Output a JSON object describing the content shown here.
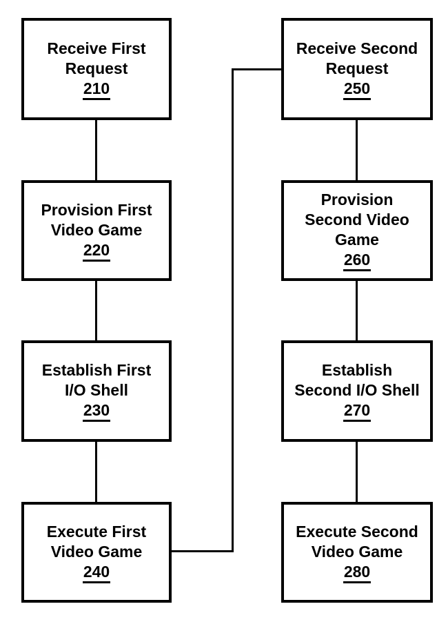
{
  "flowchart": {
    "background_color": "#ffffff",
    "line_color": "#000000",
    "columns": [
      {
        "name": "first-instance",
        "boxes": [
          {
            "label_lines": [
              "Receive First",
              "Request"
            ],
            "ref": "210"
          },
          {
            "label_lines": [
              "Provision First",
              "Video Game"
            ],
            "ref": "220"
          },
          {
            "label_lines": [
              "Establish First",
              "I/O Shell"
            ],
            "ref": "230"
          },
          {
            "label_lines": [
              "Execute First",
              "Video Game"
            ],
            "ref": "240"
          }
        ]
      },
      {
        "name": "second-instance",
        "boxes": [
          {
            "label_lines": [
              "Receive Second",
              "Request"
            ],
            "ref": "250"
          },
          {
            "label_lines": [
              "Provision",
              "Second Video",
              "Game"
            ],
            "ref": "260"
          },
          {
            "label_lines": [
              "Establish",
              "Second I/O Shell"
            ],
            "ref": "270"
          },
          {
            "label_lines": [
              "Execute Second",
              "Video Game"
            ],
            "ref": "280"
          }
        ]
      }
    ],
    "connections": [
      "210-220",
      "220-230",
      "230-240",
      "240-250",
      "250-260",
      "260-270",
      "270-280"
    ]
  }
}
